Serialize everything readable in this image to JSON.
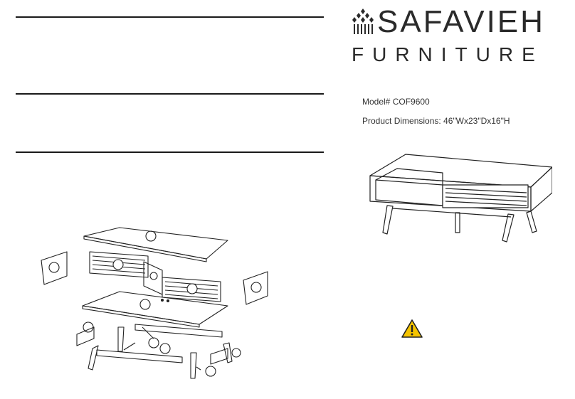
{
  "brand": {
    "name": "SAFAVIEH",
    "sub": "FURNITURE",
    "logo_icon": "diamond-pattern-icon"
  },
  "product": {
    "model_text": "Model# COF9600",
    "dimensions_text": "Product Dimensions: 46\"Wx23\"Dx16\"H"
  },
  "icons": {
    "warning": "warning-triangle-icon"
  },
  "colors": {
    "ink": "#1a1a1a",
    "warning_yellow": "#f5c400"
  }
}
